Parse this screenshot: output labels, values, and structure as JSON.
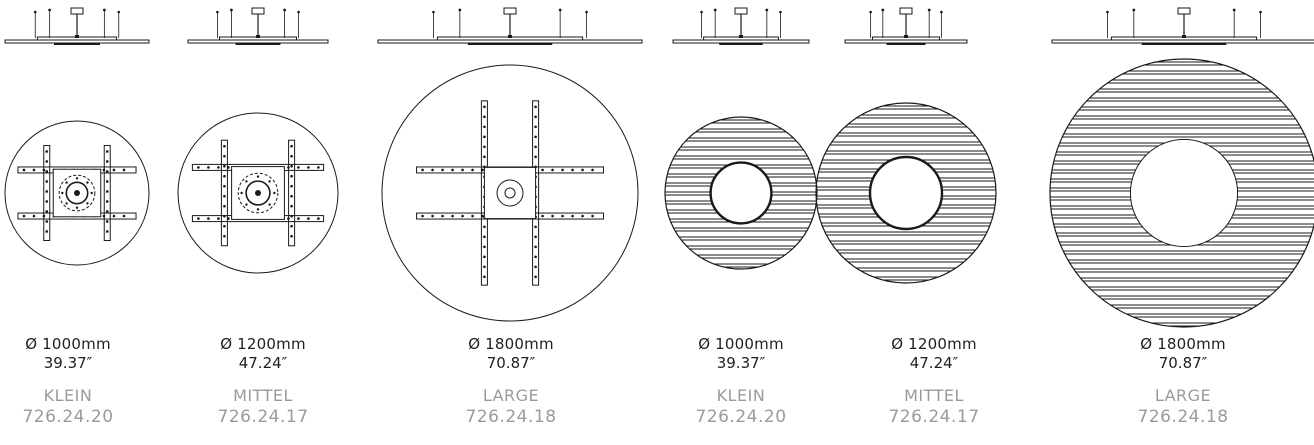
{
  "products": [
    {
      "diameter": "Ø 1000mm",
      "inches": "39.37″",
      "name": "KLEIN",
      "code": "726.24.20",
      "view": "frame"
    },
    {
      "diameter": "Ø 1200mm",
      "inches": "47.24″",
      "name": "MITTEL",
      "code": "726.24.17",
      "view": "frame"
    },
    {
      "diameter": "Ø 1800mm",
      "inches": "70.87″",
      "name": "LARGE",
      "code": "726.24.18",
      "view": "frame"
    },
    {
      "diameter": "Ø 1000mm",
      "inches": "39.37″",
      "name": "KLEIN",
      "code": "726.24.20",
      "view": "slats"
    },
    {
      "diameter": "Ø 1200mm",
      "inches": "47.24″",
      "name": "MITTEL",
      "code": "726.24.17",
      "view": "slats"
    },
    {
      "diameter": "Ø 1800mm",
      "inches": "70.87″",
      "name": "LARGE",
      "code": "726.24.18",
      "view": "slats"
    }
  ],
  "colors": {
    "line": "#1a1a1a",
    "label": "#1f1f1f",
    "muted": "#9a9a9a"
  }
}
